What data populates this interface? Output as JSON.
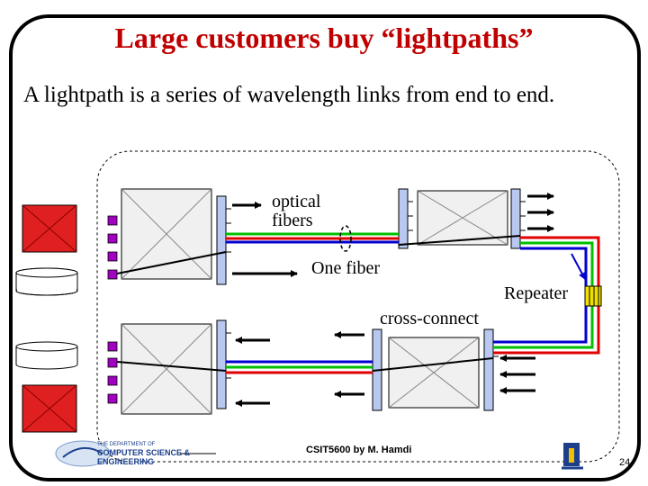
{
  "slide": {
    "title": "Large customers buy “lightpaths”",
    "subtitle": "A lightpath is a series of wavelength links from end to end."
  },
  "diagram": {
    "labels": {
      "optical_fibers_1": "optical",
      "optical_fibers_2": "fibers",
      "one_fiber": "One fiber",
      "repeater": "Repeater",
      "cross_connect": "cross-connect"
    }
  },
  "footer": {
    "course": "CSIT5600 by M. Hamdi",
    "page_number": "24",
    "logo_line1": "THE DEPARTMENT OF",
    "logo_line2": "COMPUTER SCIENCE &",
    "logo_line3": "ENGINEERING"
  },
  "colors": {
    "title": "#c00000",
    "fiber_red": "#e00000",
    "fiber_green": "#00c000",
    "fiber_blue": "#0000d0",
    "router": "#e02020",
    "port": "#a000c0",
    "repeater": "#f0e000"
  }
}
